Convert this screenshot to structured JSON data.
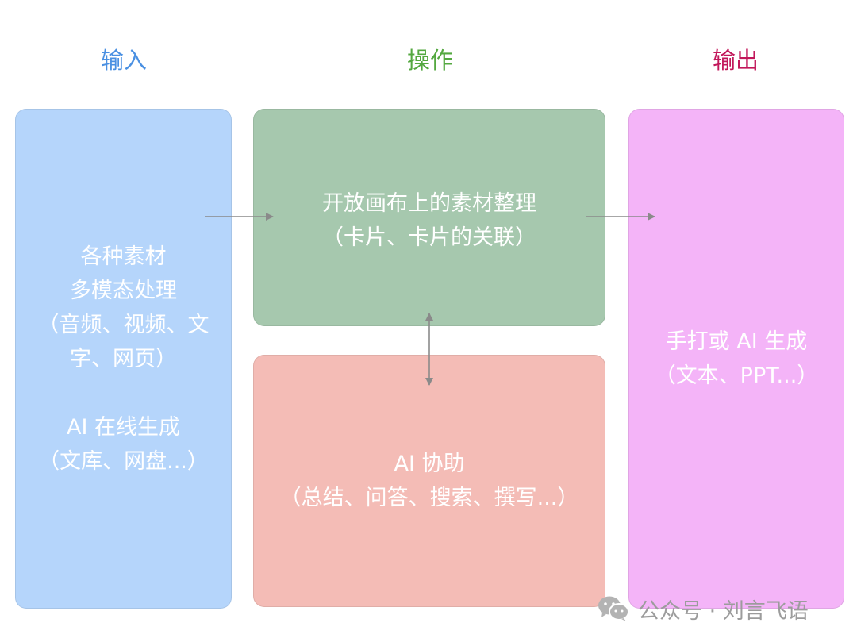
{
  "colors": {
    "input_heading": "#4a90e2",
    "op_heading": "#54a840",
    "output_heading": "#c2185b",
    "input_box": "#b5d5fb",
    "canvas_box": "#a6c8ae",
    "ai_box": "#f4bcb6",
    "output_box": "#f4b4f8",
    "arrow": "#8a8a8a"
  },
  "headings": {
    "input": "输入",
    "operation": "操作",
    "output": "输出"
  },
  "boxes": {
    "input": "各种素材\n多模态处理\n（音频、视频、文\n字、网页）\n\nAI 在线生成\n（文库、网盘...）",
    "canvas": "开放画布上的素材整理\n（卡片、卡片的关联）",
    "ai_assist": "AI 协助\n（总结、问答、搜索、撰写...）",
    "output": "手打或 AI 生成\n（文本、PPT...）"
  },
  "watermark": {
    "text": "公众号 · 刘言飞语",
    "icon": "wechat-icon"
  }
}
